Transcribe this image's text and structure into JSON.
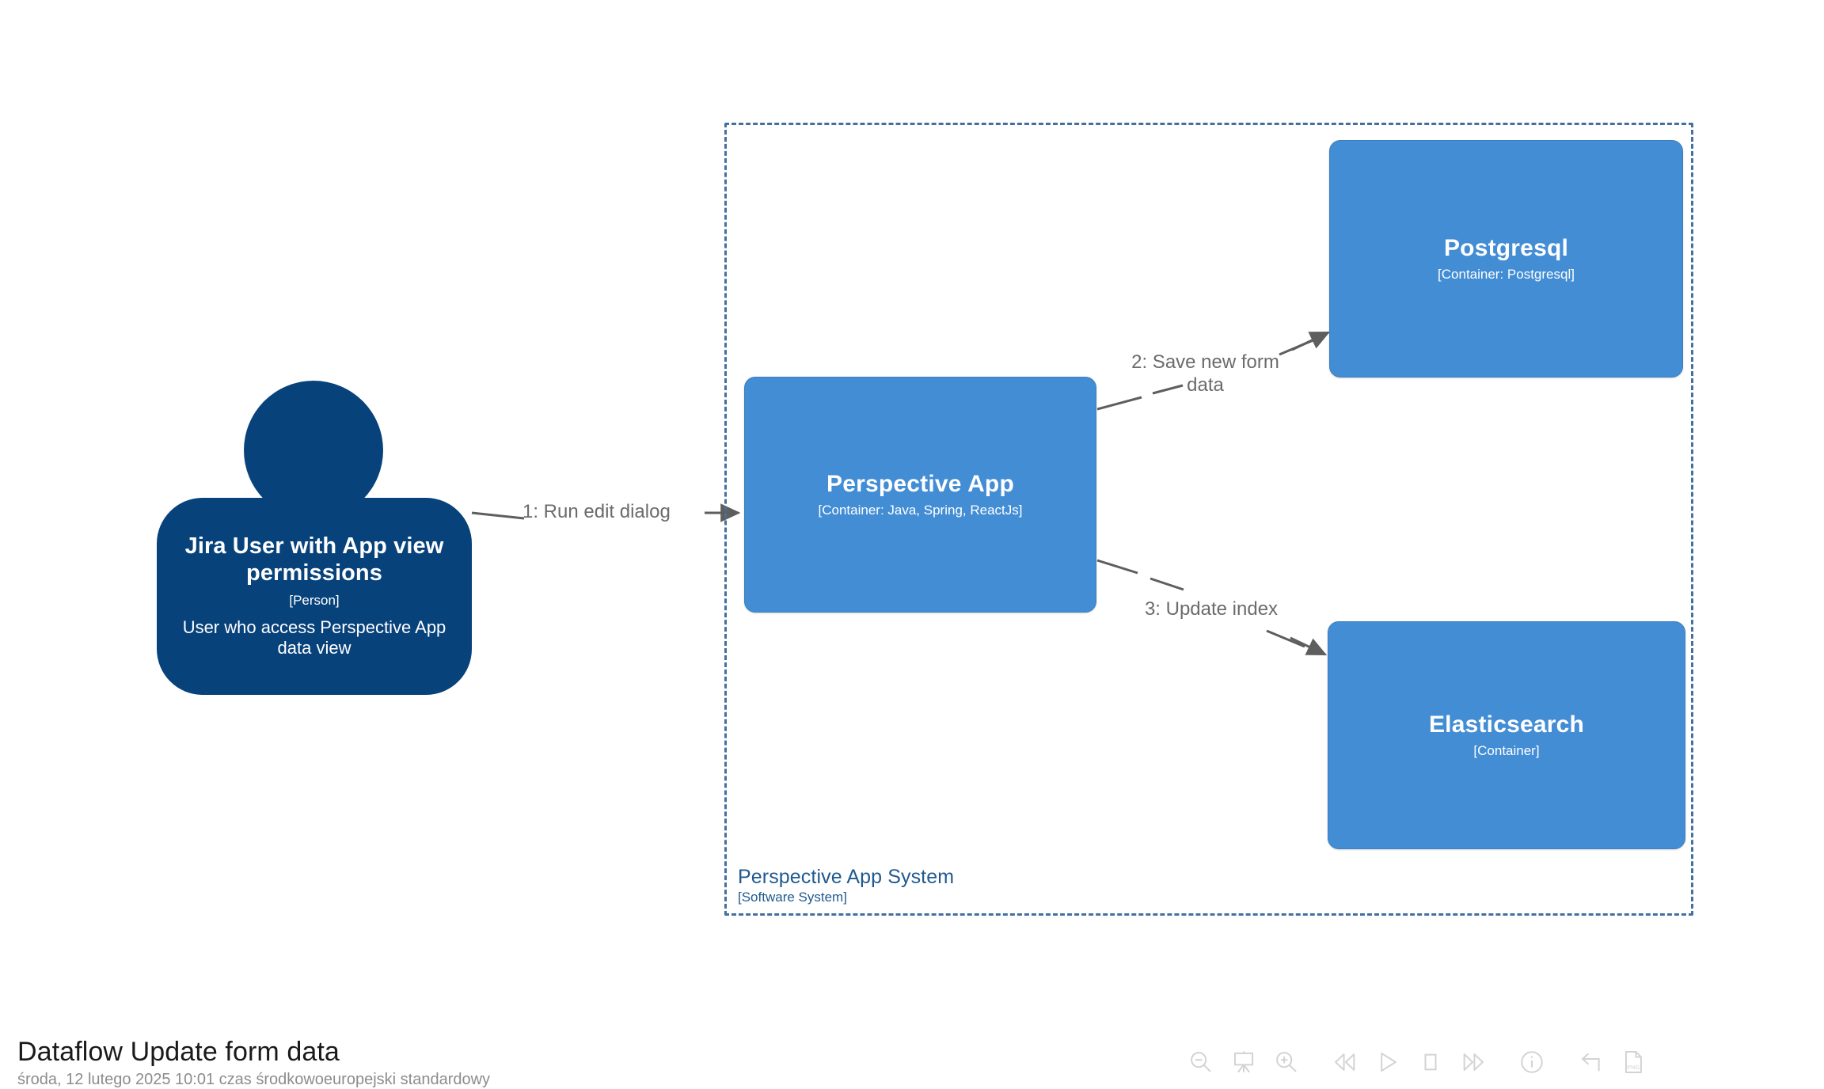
{
  "diagram": {
    "type": "C4 dynamic diagram",
    "boundary": {
      "name": "Perspective App System",
      "type_label": "[Software System]",
      "style": "dashed",
      "color": "#1f5a8f"
    },
    "person": {
      "title": "Jira User with App view permissions",
      "type_label": "[Person]",
      "description": "User who access Perspective App data view",
      "color": "#08427b"
    },
    "containers": [
      {
        "id": "perspective-app",
        "title": "Perspective App",
        "tech_label": "[Container: Java, Spring, ReactJs]",
        "color": "#438dd5"
      },
      {
        "id": "postgresql",
        "title": "Postgresql",
        "tech_label": "[Container: Postgresql]",
        "color": "#438dd5"
      },
      {
        "id": "elasticsearch",
        "title": "Elasticsearch",
        "tech_label": "[Container]",
        "color": "#438dd5"
      }
    ],
    "edges": [
      {
        "id": "edge-1",
        "label": "1: Run edit dialog",
        "from": "person",
        "to": "perspective-app"
      },
      {
        "id": "edge-2",
        "label": "2: Save new form\ndata",
        "from": "perspective-app",
        "to": "postgresql"
      },
      {
        "id": "edge-3",
        "label": "3: Update index",
        "from": "perspective-app",
        "to": "elasticsearch"
      }
    ],
    "edge_color": "#6b6b6b"
  },
  "footer": {
    "title": "Dataflow Update form data",
    "subtitle": "środa, 12 lutego 2025 10:01 czas środkowoeuropejski standardowy"
  },
  "toolbar": {
    "buttons": [
      {
        "name": "zoom-out-icon",
        "tooltip": "Zoom out"
      },
      {
        "name": "fit-to-screen-icon",
        "tooltip": "Fit to screen"
      },
      {
        "name": "zoom-in-icon",
        "tooltip": "Zoom in"
      },
      {
        "name": "skip-to-start-icon",
        "tooltip": "First step"
      },
      {
        "name": "play-icon",
        "tooltip": "Play"
      },
      {
        "name": "stop-icon",
        "tooltip": "Stop"
      },
      {
        "name": "skip-to-end-icon",
        "tooltip": "Last step"
      },
      {
        "name": "info-icon",
        "tooltip": "Info"
      },
      {
        "name": "back-arrow-icon",
        "tooltip": "Back"
      },
      {
        "name": "export-png-icon",
        "tooltip": "Export PNG",
        "label": "PNG"
      }
    ]
  }
}
